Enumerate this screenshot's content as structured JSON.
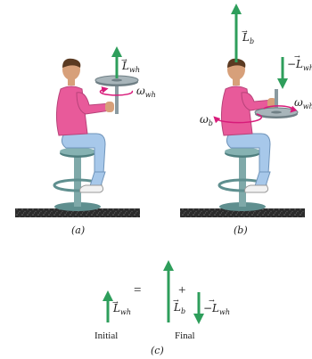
{
  "labels": {
    "L_wh": "L",
    "L_wh_sub": "wh",
    "neg_L_wh": "−L",
    "L_b": "L",
    "L_b_sub": "b",
    "omega": "ω",
    "omega_wh_sub": "wh",
    "omega_b_sub": "b"
  },
  "captions": {
    "a": "(a)",
    "b": "(b)",
    "c": "(c)"
  },
  "equation": {
    "equals": "=",
    "plus": "+",
    "initial": "Initial",
    "final": "Final"
  },
  "colors": {
    "arrow_green": "#2e9e5b",
    "rotation_magenta": "#d81b7a",
    "shirt": "#e85a9a",
    "pants": "#a7c8ea",
    "stool": "#5f8f8f",
    "floor": "#2b2b2b",
    "wheel": "#8a9aa0"
  }
}
